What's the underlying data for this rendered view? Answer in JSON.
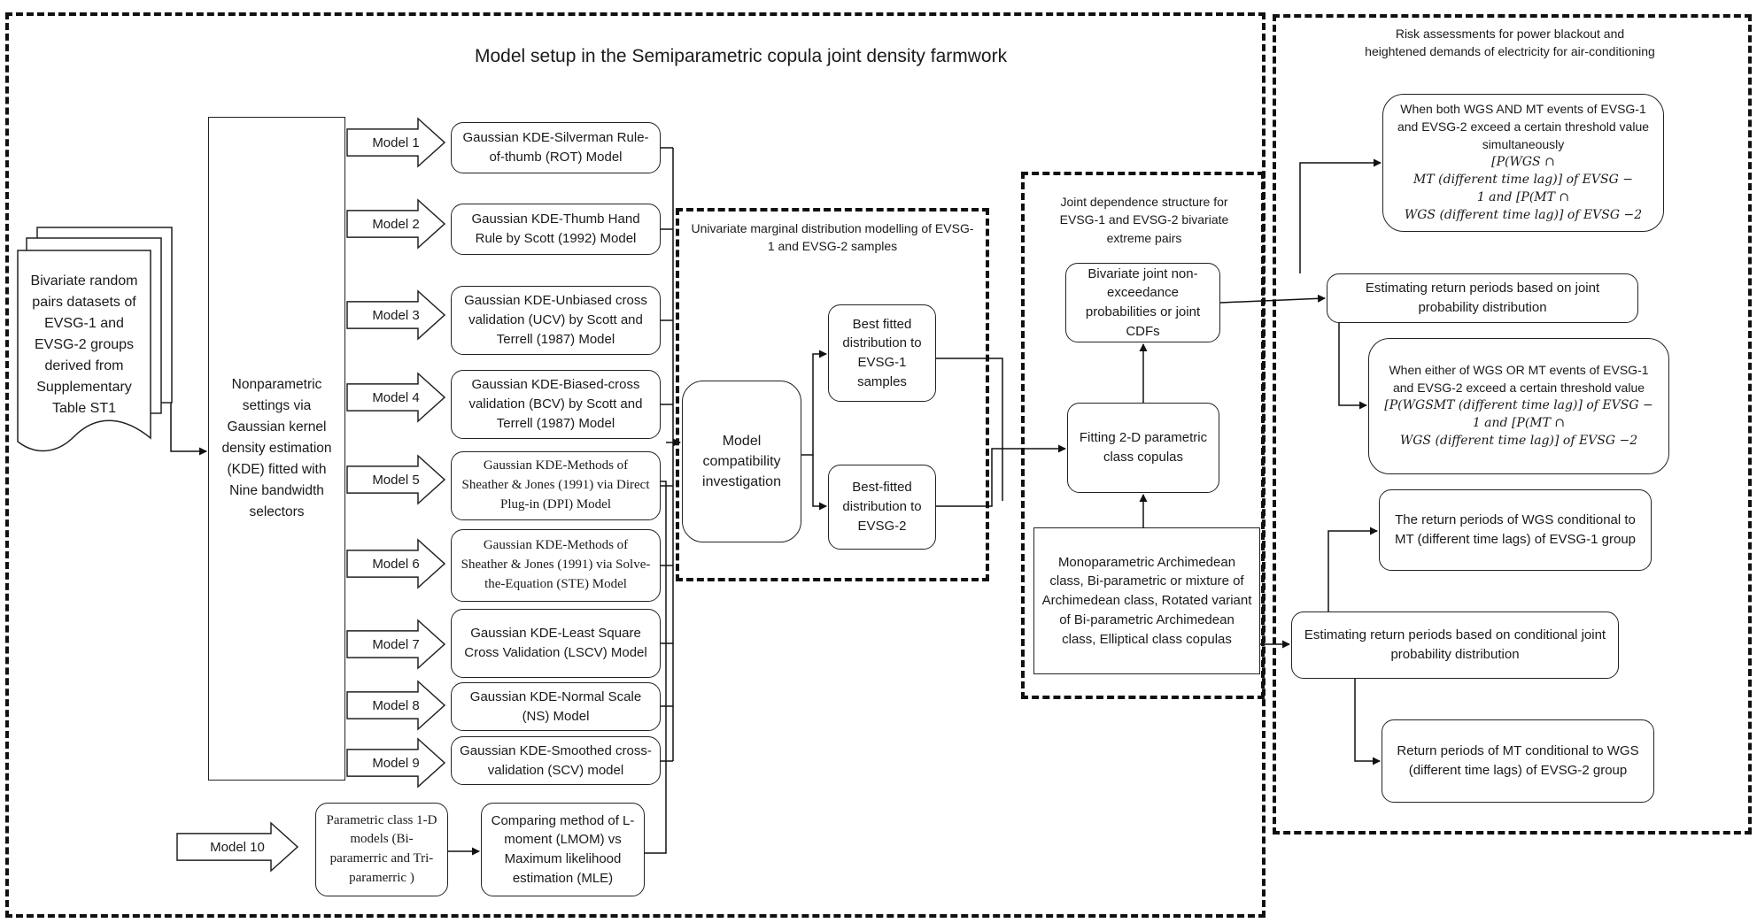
{
  "titles": {
    "setup": "Model setup in the Semiparametric copula joint density farmwork",
    "risk": "Risk assessments for power blackout and heightened demands of electricity for air-conditioning",
    "univariate": "Univariate marginal distribution modelling of EVSG-1 and EVSG-2 samples",
    "joint": "Joint dependence structure for EVSG-1 and EVSG-2 bivariate extreme pairs"
  },
  "dataset": "Bivariate random pairs datasets of EVSG-1 and EVSG-2 groups derived from Supplementary Table ST1",
  "nonparametric": "Nonparametric settings via Gaussian kernel density estimation (KDE) fitted with Nine bandwidth selectors",
  "models": [
    {
      "label": "Model 1",
      "desc": "Gaussian KDE-Silverman Rule-of-thumb (ROT) Model"
    },
    {
      "label": "Model 2",
      "desc": "Gaussian KDE-Thumb Hand Rule by Scott (1992) Model"
    },
    {
      "label": "Model 3",
      "desc": "Gaussian KDE-Unbiased cross validation (UCV) by Scott and Terrell (1987) Model"
    },
    {
      "label": "Model 4",
      "desc": "Gaussian KDE-Biased-cross validation (BCV) by Scott and Terrell (1987) Model"
    },
    {
      "label": "Model 5",
      "desc": "Gaussian KDE-Methods of Sheather & Jones (1991) via Direct Plug-in (DPI) Model"
    },
    {
      "label": "Model 6",
      "desc": "Gaussian KDE-Methods of Sheather & Jones (1991) via Solve-the-Equation (STE) Model"
    },
    {
      "label": "Model 7",
      "desc": "Gaussian KDE-Least Square Cross Validation (LSCV) Model"
    },
    {
      "label": "Model 8",
      "desc": "Gaussian KDE-Normal Scale (NS) Model"
    },
    {
      "label": "Model 9",
      "desc": "Gaussian KDE-Smoothed cross-validation (SCV) model"
    }
  ],
  "model10": {
    "label": "Model 10",
    "parametric": "Parametric class 1-D models (Bi-paramerric and Tri-paramerric )",
    "comparing": "Comparing method of L-moment (LMOM) vs Maximum likelihood estimation (MLE)"
  },
  "compat": "Model compatibility investigation",
  "best1": "Best fitted distribution to EVSG-1 samples",
  "best2": "Best-fitted distribution to EVSG-2",
  "bivariate_cdf": "Bivariate joint non-exceedance probabilities or joint CDFs",
  "fitting": "Fitting 2-D parametric class copulas",
  "copula_classes": "Monoparametric Archimedean class, Bi-parametric or mixture of Archimedean class, Rotated variant of Bi-parametric Archimedean class, Elliptical class copulas",
  "risk": {
    "and_event": {
      "text": "When both WGS AND MT events of EVSG-1 and EVSG-2 exceed a certain threshold value simultaneously",
      "formula1": "[P(WGS ∩",
      "formula2": "MT (different time lag)] of EVSG −",
      "formula3": "1 and [P(MT ∩",
      "formula4": "WGS (different time lag)] of EVSG −2"
    },
    "joint_rp": "Estimating return periods based on joint probability distribution",
    "or_event": {
      "text": "When either of WGS OR MT events of EVSG-1 and EVSG-2 exceed a certain threshold value",
      "formula1": "[P(WGSMT (different time lag)] of EVSG −",
      "formula2": "1 and [P(MT ∩",
      "formula3": "WGS (different time lag)] of EVSG −2"
    },
    "cond1": "The return periods of WGS conditional to MT (different time lags) of EVSG-1 group",
    "cond_rp": "Estimating return periods based on conditional joint probability distribution",
    "cond2": "Return periods of MT conditional to WGS (different time lags) of EVSG-2 group"
  }
}
